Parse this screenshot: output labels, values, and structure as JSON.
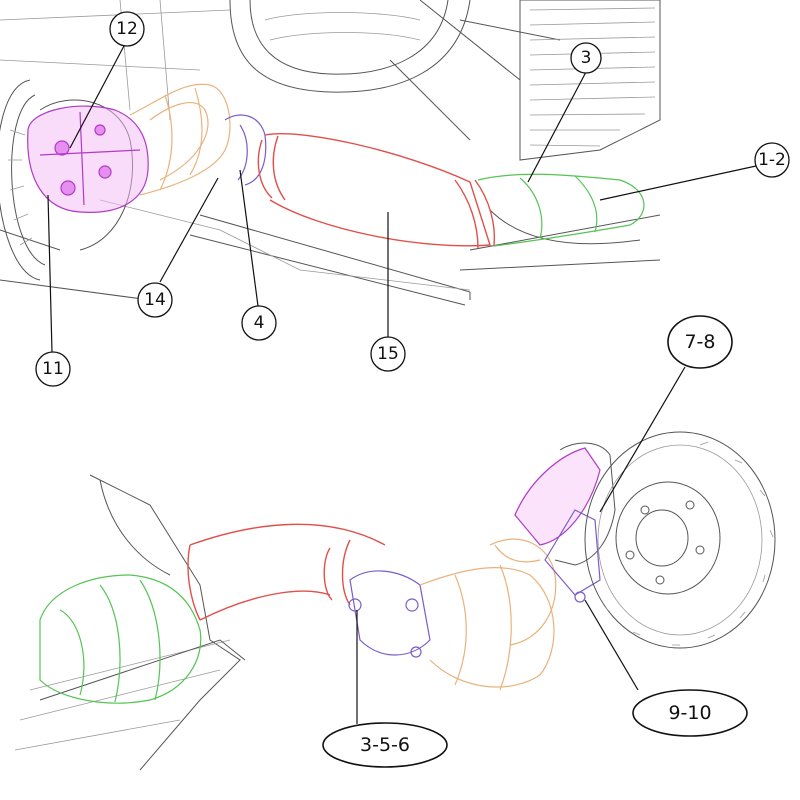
{
  "callouts_top": [
    "12",
    "3",
    "1-2",
    "14",
    "4",
    "15",
    "11"
  ],
  "callouts_bottom": [
    "7-8",
    "3-5-6",
    "9-10"
  ],
  "colors": {
    "intake_duct": "#e0504b",
    "elbow_duct": "#e9b27c",
    "scoop": "#55c455",
    "bracket": "#7a5cc8",
    "caliper_adapter": "#b13ac7",
    "linework": "#555555"
  }
}
